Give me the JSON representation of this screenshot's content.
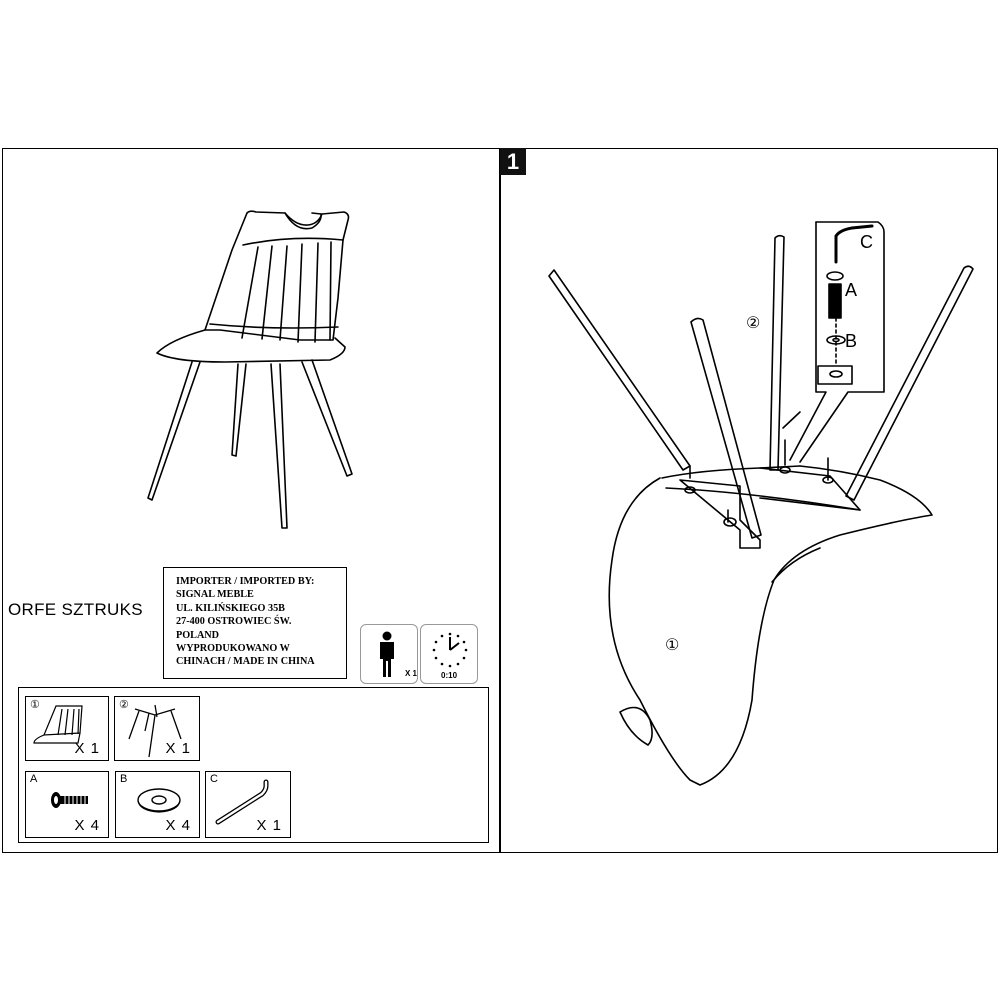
{
  "step": {
    "number": "1"
  },
  "product": {
    "name": "ORFE SZTRUKS"
  },
  "importer": {
    "lines": [
      "IMPORTER / IMPORTED BY:",
      "SIGNAL MEBLE",
      "UL. KILIŃSKIEGO 35B",
      "27-400 OSTROWIEC ŚW.",
      "POLAND",
      "WYPRODUKOWANO W",
      "CHINACH / MADE IN CHINA"
    ]
  },
  "assembly": {
    "people": "X 1",
    "time": "0:10"
  },
  "parts": [
    {
      "code": "①",
      "qty": "X 1",
      "icon": "seat-shell-icon"
    },
    {
      "code": "②",
      "qty": "X 1",
      "icon": "leg-frame-icon"
    },
    {
      "code": "A",
      "qty": "X 4",
      "icon": "bolt-icon"
    },
    {
      "code": "B",
      "qty": "X 4",
      "icon": "washer-icon"
    },
    {
      "code": "C",
      "qty": "X 1",
      "icon": "allen-key-icon"
    }
  ],
  "diagram": {
    "label_seat": "①",
    "label_legs": "②",
    "label_bolt": "A",
    "label_washer": "B",
    "label_key": "C"
  }
}
